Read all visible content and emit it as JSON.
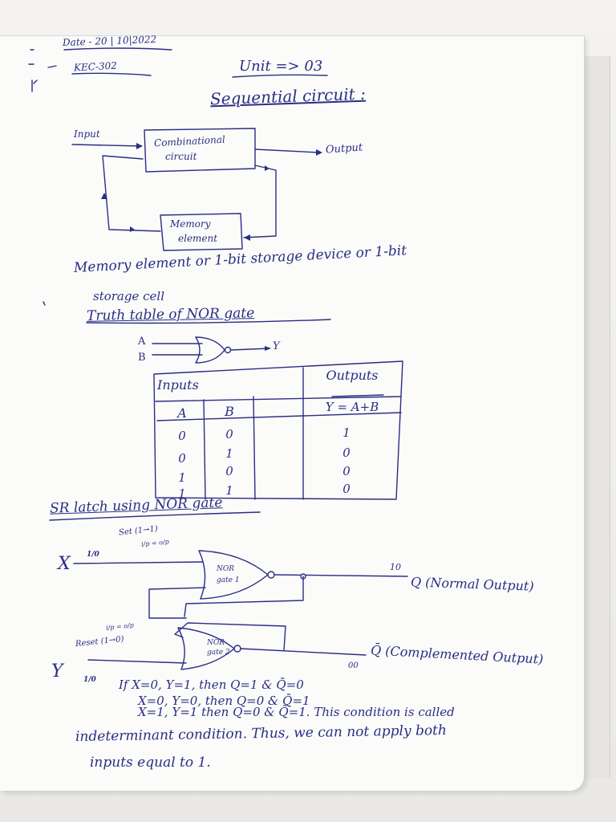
{
  "header": {
    "date": "Date - 20 | 10|2022",
    "course_code": "KEC-302",
    "unit": "Unit => 03",
    "title": "Sequential circuit :"
  },
  "block_diagram": {
    "input_label": "Input",
    "combinational_line1": "Combinational",
    "combinational_line2": "circuit",
    "output_label": "Output",
    "memory_line1": "Memory",
    "memory_line2": "element"
  },
  "notes": {
    "memory_line1": "Memory element or 1-bit storage device or 1-bit",
    "memory_line2": "storage cell",
    "truth_table_heading": "Truth table of NOR gate"
  },
  "nor_gate": {
    "input_a": "A",
    "input_b": "B",
    "output": "Y"
  },
  "truth_table": {
    "inputs_header": "Inputs",
    "outputs_header": "Outputs",
    "col_a": "A",
    "col_b": "B",
    "col_y": "Y = A+B",
    "rows": [
      {
        "a": "0",
        "b": "0",
        "y": "1"
      },
      {
        "a": "0",
        "b": "1",
        "y": "0"
      },
      {
        "a": "1",
        "b": "0",
        "y": "0"
      },
      {
        "a": "1",
        "b": "1",
        "y": "0"
      }
    ]
  },
  "sr_latch": {
    "heading": "SR latch using NOR gate",
    "set_label": "Set (1→1)",
    "set_sub": "i/p = o/p",
    "x_label": "X",
    "x_annot": "1/0",
    "gate1_line1": "NOR",
    "gate1_line2": "gate 1",
    "gate2_line1": "NOR",
    "gate2_line2": "gate 2",
    "q_value": "10",
    "q_label": "Q (Normal Output)",
    "qbar_value": "00",
    "qbar_label": "Q̄ (Complemented Output)",
    "reset_label": "Reset (1→0)",
    "reset_sub": "i/p = o/p",
    "y_label": "Y",
    "y_annot": "1/0"
  },
  "conditions": {
    "line1": "If X=0, Y=1, then Q=1 & Q̄=0",
    "line2": "X=0, Y=0, then Q=0 & Q̄=1",
    "line3": "X=1, Y=1 then Q=0 & Q̄=1. This condition is called",
    "line4": "indeterminant condition. Thus, we can not apply both",
    "line5": "inputs equal to 1."
  },
  "colors": {
    "ink": "#2a2e83",
    "paper": "#fbfbfa",
    "background": "#cfcdc8"
  }
}
